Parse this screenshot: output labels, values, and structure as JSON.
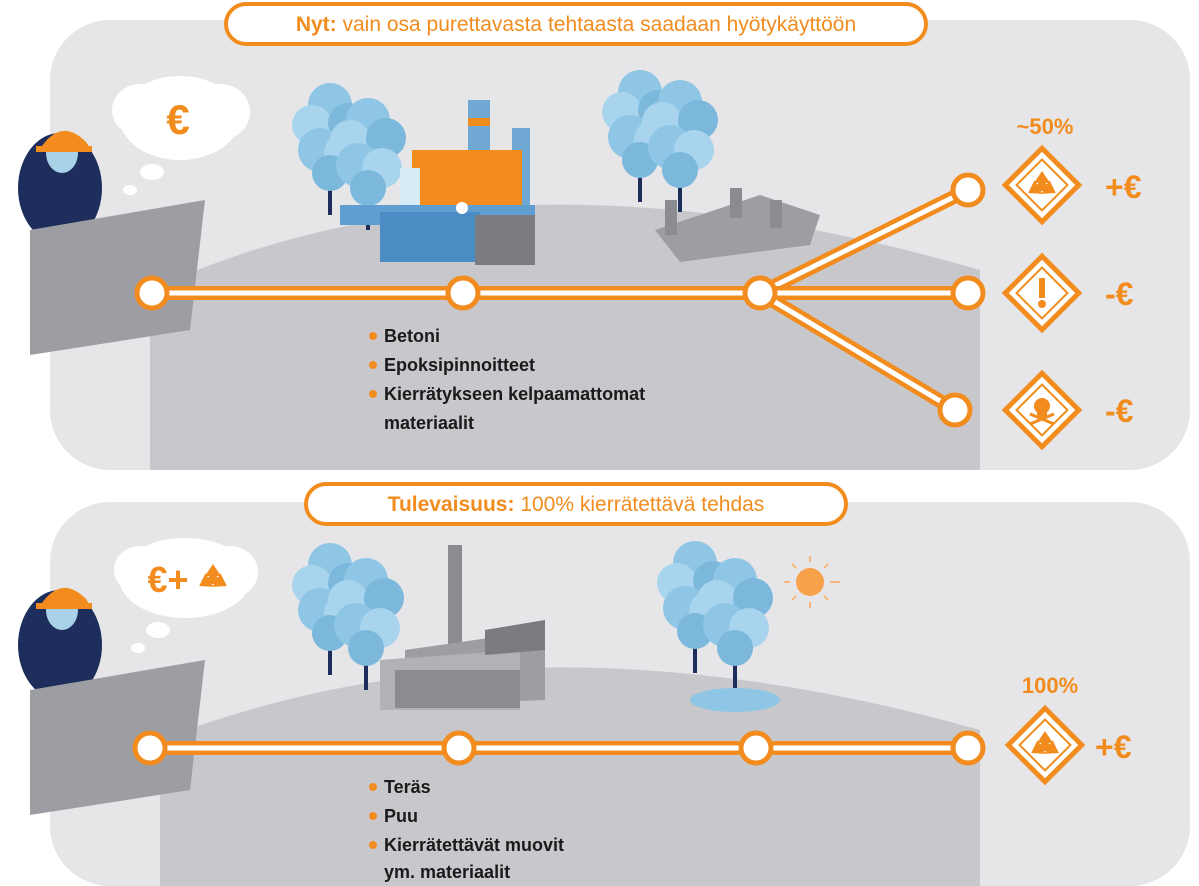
{
  "colors": {
    "orange": "#f28c1e",
    "panel": "#e6e6e8",
    "hill": "#c8c8cc",
    "navy": "#1d2d5c",
    "tree": "#8fc6e6",
    "gray": "#9c9ea3"
  },
  "top": {
    "title_bold": "Nyt:",
    "title_rest": " vain osa purettavasta tehtaasta saadaan hyötykäyttöön",
    "thought_symbol": "€",
    "materials": [
      "Betoni",
      "Epoksipinnoitteet",
      "Kierrätykseen kelpaamattomat",
      "materiaalit"
    ],
    "percent": "~50%",
    "outcomes": [
      {
        "icon": "recycle-icon",
        "value": "+€"
      },
      {
        "icon": "warning-icon",
        "value": "-€"
      },
      {
        "icon": "hazard-skull-icon",
        "value": "-€"
      }
    ]
  },
  "bottom": {
    "title_bold": "Tulevaisuus:",
    "title_rest": " 100% kierrätettävä tehdas",
    "thought_symbol": "€+",
    "materials": [
      "Teräs",
      "Puu",
      "Kierrätettävät muovit",
      "ym. materiaalit"
    ],
    "percent": "100%",
    "outcomes": [
      {
        "icon": "recycle-icon",
        "value": "+€"
      }
    ]
  }
}
